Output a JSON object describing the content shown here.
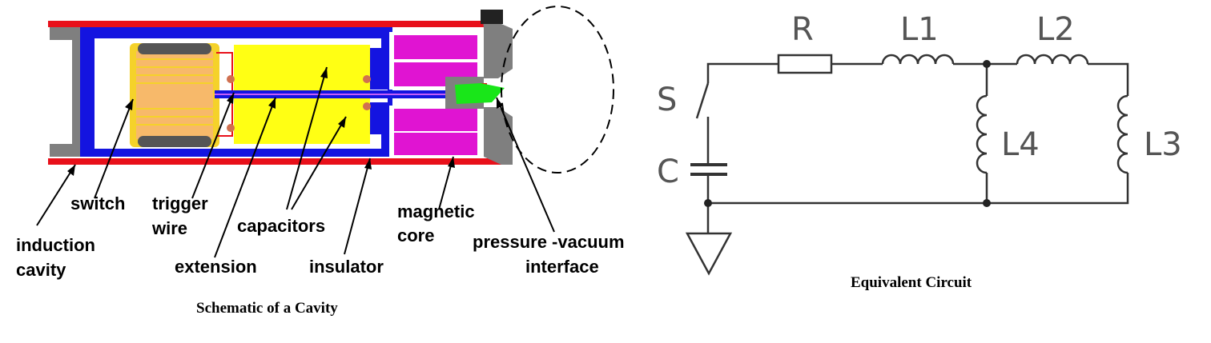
{
  "schematic": {
    "caption": "Schematic of a Cavity",
    "labels": {
      "induction_1": "induction",
      "induction_2": "cavity",
      "switch": "switch",
      "trigger_1": "trigger",
      "trigger_2": "wire",
      "extension": "extension",
      "capacitors": "capacitors",
      "insulator": "insulator",
      "magnetic_1": "magnetic",
      "magnetic_2": "core",
      "pressure_1": "pressure -vacuum",
      "pressure_2": "interface"
    },
    "colors": {
      "outer_wall": "#e8101a",
      "insulator": "#1414e0",
      "capacitor": "#ffff14",
      "switch_coil": "#f5d22a",
      "switch_core": "#f7b96a",
      "magnetic_core": "#e014d2",
      "housing": "#7f7f7f",
      "interface_green": "#19e619"
    }
  },
  "circuit": {
    "caption": "Equivalent Circuit",
    "components": {
      "switch": "S",
      "capacitor": "C",
      "resistor": "R",
      "inductor_1": "L1",
      "inductor_2": "L2",
      "inductor_3": "L3",
      "inductor_4": "L4"
    }
  }
}
